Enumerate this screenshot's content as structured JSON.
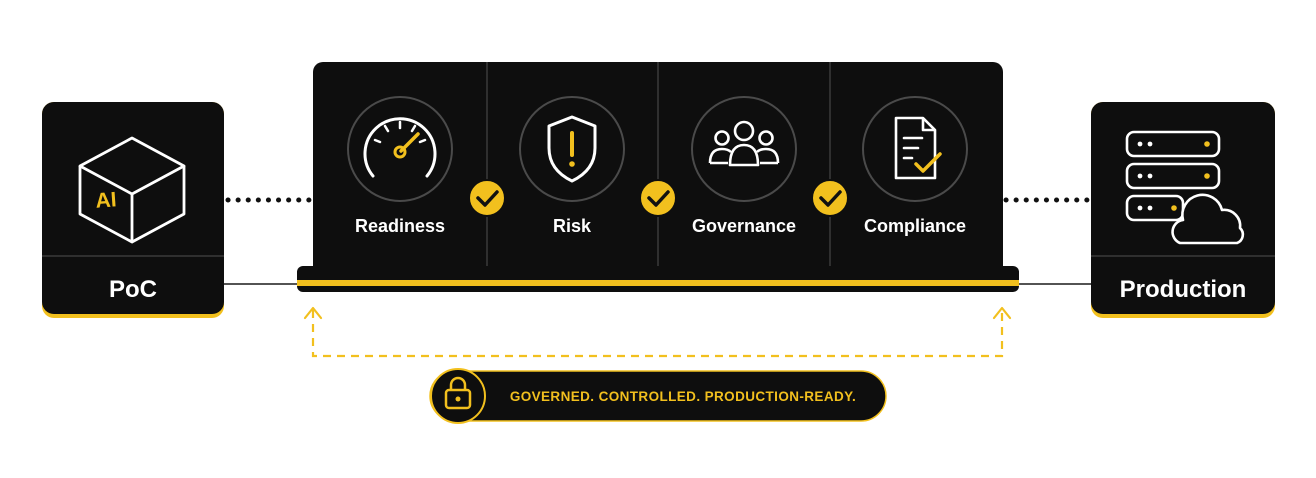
{
  "colors": {
    "accent": "#F2C01E",
    "panel": "#0E0E0E",
    "divider": "#3A3A3A",
    "text": "#FFFFFF",
    "connector": "#1A1A1A"
  },
  "start_card": {
    "label": "PoC",
    "icon": "ai-cube-icon",
    "icon_text": "AI"
  },
  "end_card": {
    "label": "Production",
    "icon": "server-cloud-icon"
  },
  "stages": [
    {
      "label": "Readiness",
      "icon": "speedometer-icon"
    },
    {
      "label": "Risk",
      "icon": "shield-alert-icon"
    },
    {
      "label": "Governance",
      "icon": "people-group-icon"
    },
    {
      "label": "Compliance",
      "icon": "document-check-icon"
    }
  ],
  "checkpoints": [
    "check-icon",
    "check-icon",
    "check-icon"
  ],
  "banner": {
    "text": "GOVERNED. CONTROLLED. PRODUCTION-READY.",
    "icon": "lock-icon"
  }
}
